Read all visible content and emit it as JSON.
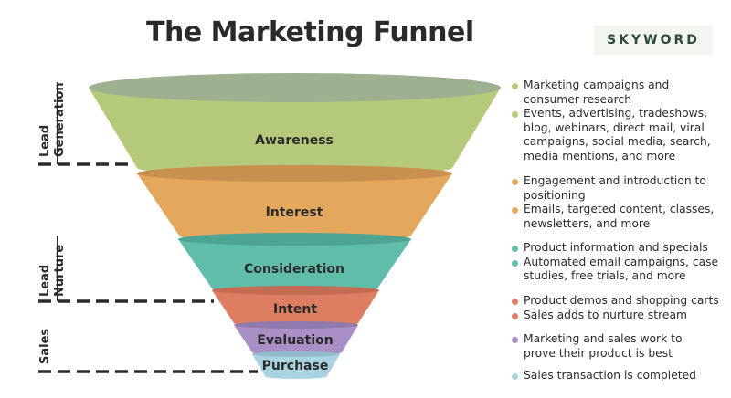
{
  "title": "The Marketing Funnel",
  "brand": "SKYWORD",
  "side_labels": {
    "lead_generation": [
      "Lead",
      "Generation"
    ],
    "lead_nurture": [
      "Lead",
      "Nurture"
    ],
    "sales": [
      "Sales"
    ]
  },
  "stages": [
    {
      "name": "Awareness",
      "color": "#b5c97a",
      "rim": "#9db08f",
      "bullets": [
        "Marketing campaigns and\nconsumer research",
        "Events, advertising, tradeshows,\nblog, webinars, direct mail, viral\ncampaigns, social media, search,\nmedia mentions, and more"
      ]
    },
    {
      "name": "Interest",
      "color": "#e3a85e",
      "rim": "#c98f4e",
      "bullets": [
        "Engagement and introduction to\npositioning",
        "Emails, targeted content, classes,\nnewsletters, and more"
      ]
    },
    {
      "name": "Consideration",
      "color": "#5fbdaa",
      "rim": "#4ea493",
      "bullets": [
        "Product information and specials",
        "Automated email campaigns, case\nstudies, free trials, and more"
      ]
    },
    {
      "name": "Intent",
      "color": "#dd7e63",
      "rim": "#c36c53",
      "bullets": [
        "Product demos and shopping carts",
        "Sales adds to nurture stream"
      ]
    },
    {
      "name": "Evaluation",
      "color": "#a98fc5",
      "rim": "#9079ad",
      "bullets": [
        "Marketing and sales work to\nprove their product is best"
      ]
    },
    {
      "name": "Purchase",
      "color": "#a9d3e0",
      "rim": "#92bccb",
      "bullets": [
        "Sales transaction is completed"
      ]
    }
  ]
}
